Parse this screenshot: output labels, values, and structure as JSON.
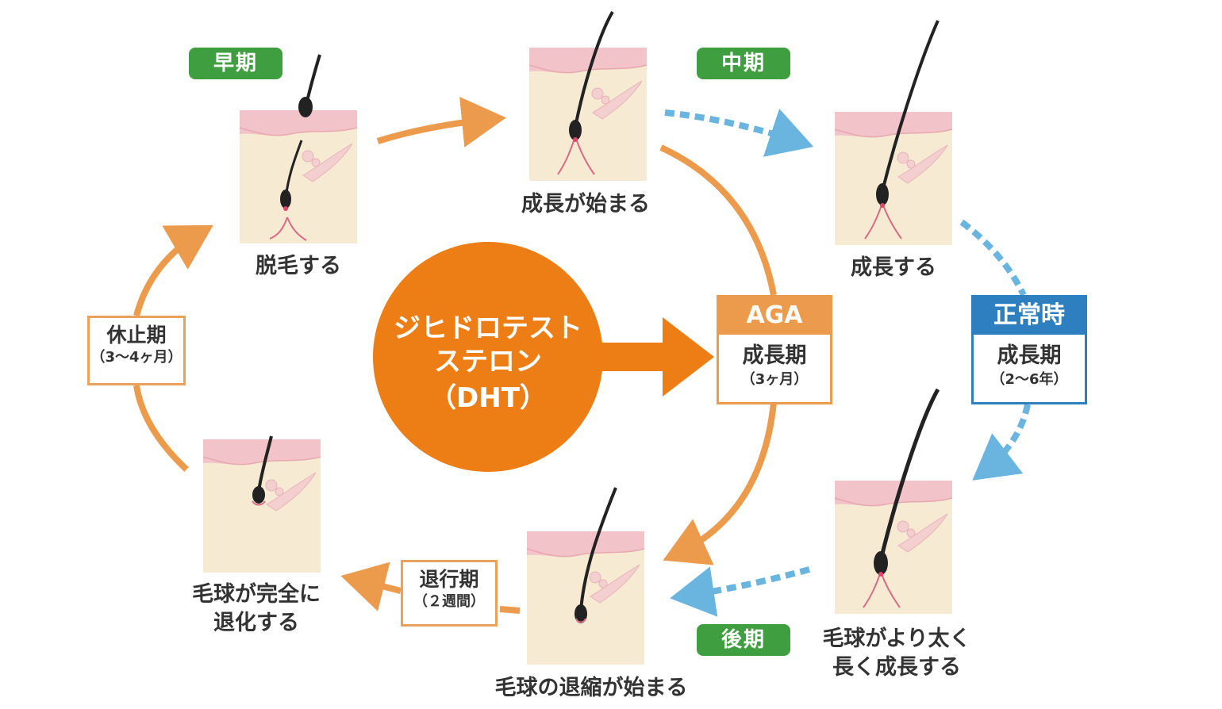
{
  "stages": {
    "early": "早期",
    "middle": "中期",
    "late": "後期"
  },
  "captions": {
    "shedding": "脱毛する",
    "growth_start": "成長が始まる",
    "growing": "成長する",
    "thicker_line1": "毛球がより太く",
    "thicker_line2": "長く成長する",
    "shrink_start": "毛球の退縮が始まる",
    "regress_line1": "毛球が完全に",
    "regress_line2": "退化する"
  },
  "periods": {
    "resting_title": "休止期",
    "resting_sub": "（3〜4ヶ月）",
    "regression_title": "退行期",
    "regression_sub": "（２週間）"
  },
  "aga": {
    "head": "AGA",
    "title": "成長期",
    "sub": "（3ヶ月）"
  },
  "normal": {
    "head": "正常時",
    "title": "成長期",
    "sub": "（2〜6年）"
  },
  "dht": {
    "line1": "ジヒドロテスト",
    "line2": "ステロン",
    "line3": "（DHT）"
  },
  "colors": {
    "orange": "#ed7d15",
    "orange_light": "#ec9a4b",
    "blue_dashed": "#6ab4e0",
    "normal_blue": "#2e7fbf",
    "green_badge": "#3f9e3f",
    "skin_pink": "#f2c3c8",
    "skin_cream": "#f6ead2"
  }
}
